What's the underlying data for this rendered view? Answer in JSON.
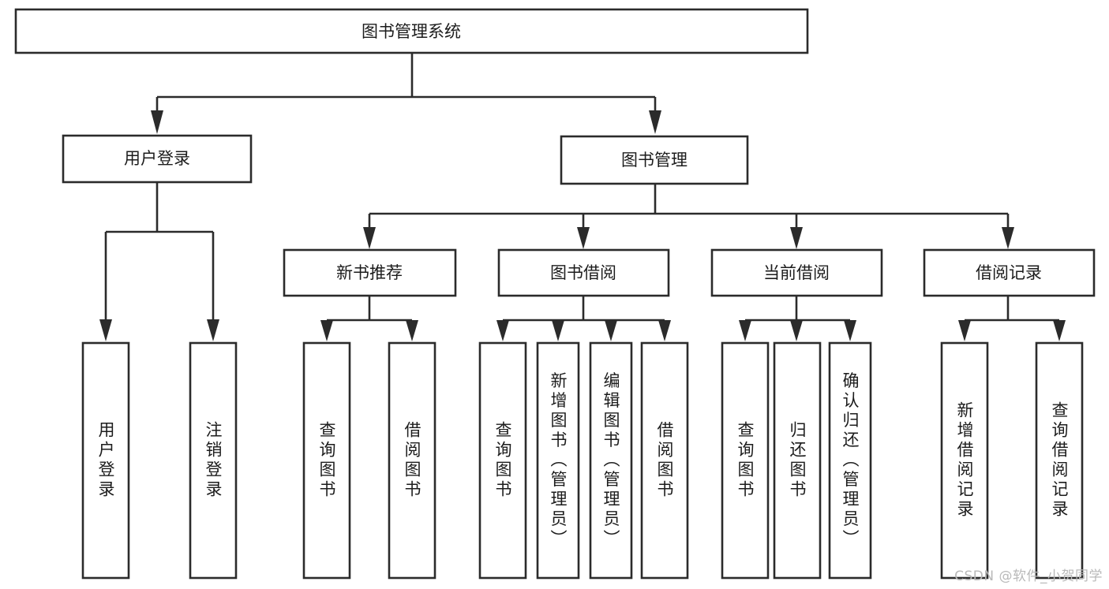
{
  "diagram": {
    "title": "图书管理系统",
    "type": "tree-hierarchy-chart",
    "watermark": "CSDN @软件_小贺同学",
    "colors": {
      "stroke": "#2b2b2b",
      "box_fill": "#ffffff",
      "text": "#1c1c1c",
      "background": "#ffffff",
      "watermark": "#b9b9b9"
    },
    "levels": {
      "root": "图书管理系统",
      "level2": [
        "用户登录",
        "图书管理"
      ],
      "level3": [
        "新书推荐",
        "图书借阅",
        "当前借阅",
        "借阅记录"
      ]
    },
    "nodes": {
      "root": {
        "label": "图书管理系统"
      },
      "user_login": {
        "label": "用户登录"
      },
      "book_manage": {
        "label": "图书管理"
      },
      "new_book_rec": {
        "label": "新书推荐"
      },
      "book_borrow": {
        "label": "图书借阅"
      },
      "current_borrow": {
        "label": "当前借阅"
      },
      "borrow_record": {
        "label": "借阅记录"
      },
      "leaf_user_login": {
        "label": "用户登录"
      },
      "leaf_logout": {
        "label": "注销登录"
      },
      "leaf_query_book_1": {
        "label": "查询图书"
      },
      "leaf_borrow_book_1": {
        "label": "借阅图书"
      },
      "leaf_query_book_2": {
        "label": "查询图书"
      },
      "leaf_add_book": {
        "label": "新增图书（管理员）"
      },
      "leaf_edit_book": {
        "label": "编辑图书（管理员）"
      },
      "leaf_borrow_book_2": {
        "label": "借阅图书"
      },
      "leaf_query_book_3": {
        "label": "查询图书"
      },
      "leaf_return_book": {
        "label": "归还图书"
      },
      "leaf_confirm_return": {
        "label": "确认归还（管理员）"
      },
      "leaf_add_record": {
        "label": "新增借阅记录"
      },
      "leaf_query_record": {
        "label": "查询借阅记录"
      }
    }
  }
}
